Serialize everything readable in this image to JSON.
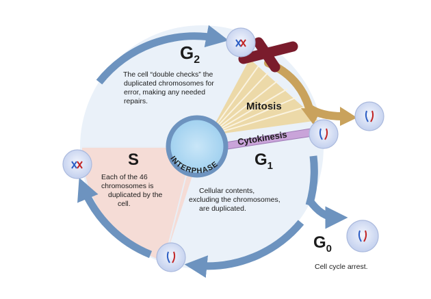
{
  "phases": {
    "g2": {
      "letter": "G",
      "sub": "2",
      "text": [
        "The cell “double checks” the",
        "duplicated chromosomes for",
        "error, making any needed",
        "repairs."
      ]
    },
    "s": {
      "letter": "S",
      "text": [
        "Each of the 46",
        "chromosomes is",
        "duplicated by the",
        "cell."
      ]
    },
    "g1": {
      "letter": "G",
      "sub": "1",
      "text": [
        "Cellular contents,",
        "excluding the chromosomes,",
        "are duplicated."
      ]
    },
    "g0": {
      "letter": "G",
      "sub": "0",
      "text": "Cell cycle arrest."
    },
    "mitosis": "Mitosis",
    "cytokinesis": "Cytokinesis",
    "interphase": "INTERPHASE"
  },
  "colors": {
    "ring": "#6d93bf",
    "disc": "#eaf1f9",
    "s_sector": "#f5dcd6",
    "mitosis_fan": "#ecd9a8",
    "mitosis_arrow": "#c9a25c",
    "cytokinesis_band": "#c9a4d9",
    "checkpoint_x": "#7a1c2c",
    "cell": "#cdd8f2"
  },
  "icons": [
    "chromosome-icon",
    "checkpoint-x-icon"
  ]
}
